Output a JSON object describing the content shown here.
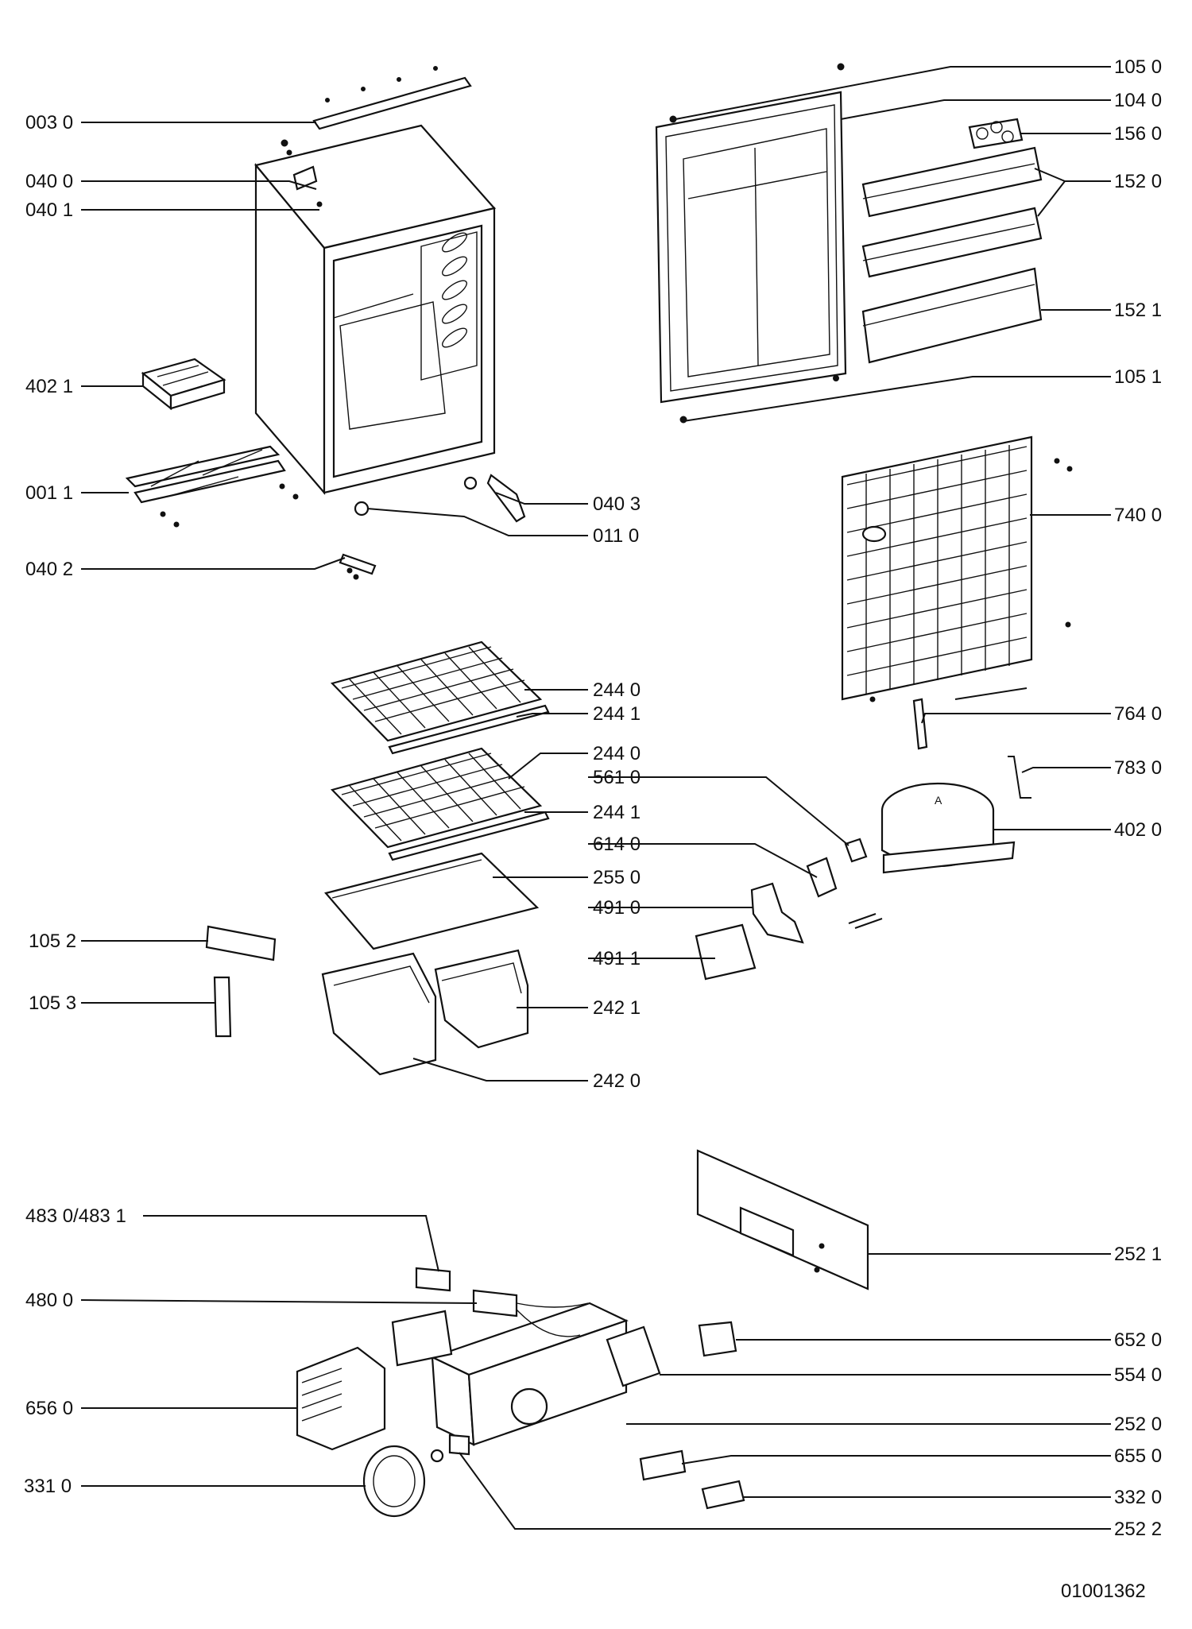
{
  "drawing_number": "01001362",
  "labels": {
    "l0030": "003 0",
    "l0400": "040 0",
    "l0401": "040 1",
    "l4021": "402 1",
    "l0011": "001 1",
    "l0403": "040 3",
    "l0110": "011 0",
    "l0402": "040 2",
    "l1050": "105 0",
    "l1040": "104 0",
    "l1560": "156 0",
    "l1520": "152 0",
    "l1521": "152 1",
    "l1051": "105 1",
    "l7400": "740 0",
    "l2440a": "244 0",
    "l2441a": "244 1",
    "l2440b": "244 0",
    "l5610": "561 0",
    "l2441b": "244 1",
    "l6140": "614 0",
    "l2550": "255 0",
    "l4910": "491 0",
    "l4911": "491 1",
    "l2421": "242 1",
    "l2420": "242 0",
    "l7640": "764 0",
    "l7830": "783 0",
    "l4020": "402 0",
    "l1052": "105 2",
    "l1053": "105 3",
    "l4830": "483 0/483 1",
    "l4800": "480 0",
    "l6560": "656 0",
    "l3310": "331 0",
    "l2521": "252 1",
    "l6520": "652 0",
    "l5540": "554 0",
    "l2520": "252 0",
    "l6550": "655 0",
    "l3320": "332 0",
    "l2522": "252 2"
  }
}
